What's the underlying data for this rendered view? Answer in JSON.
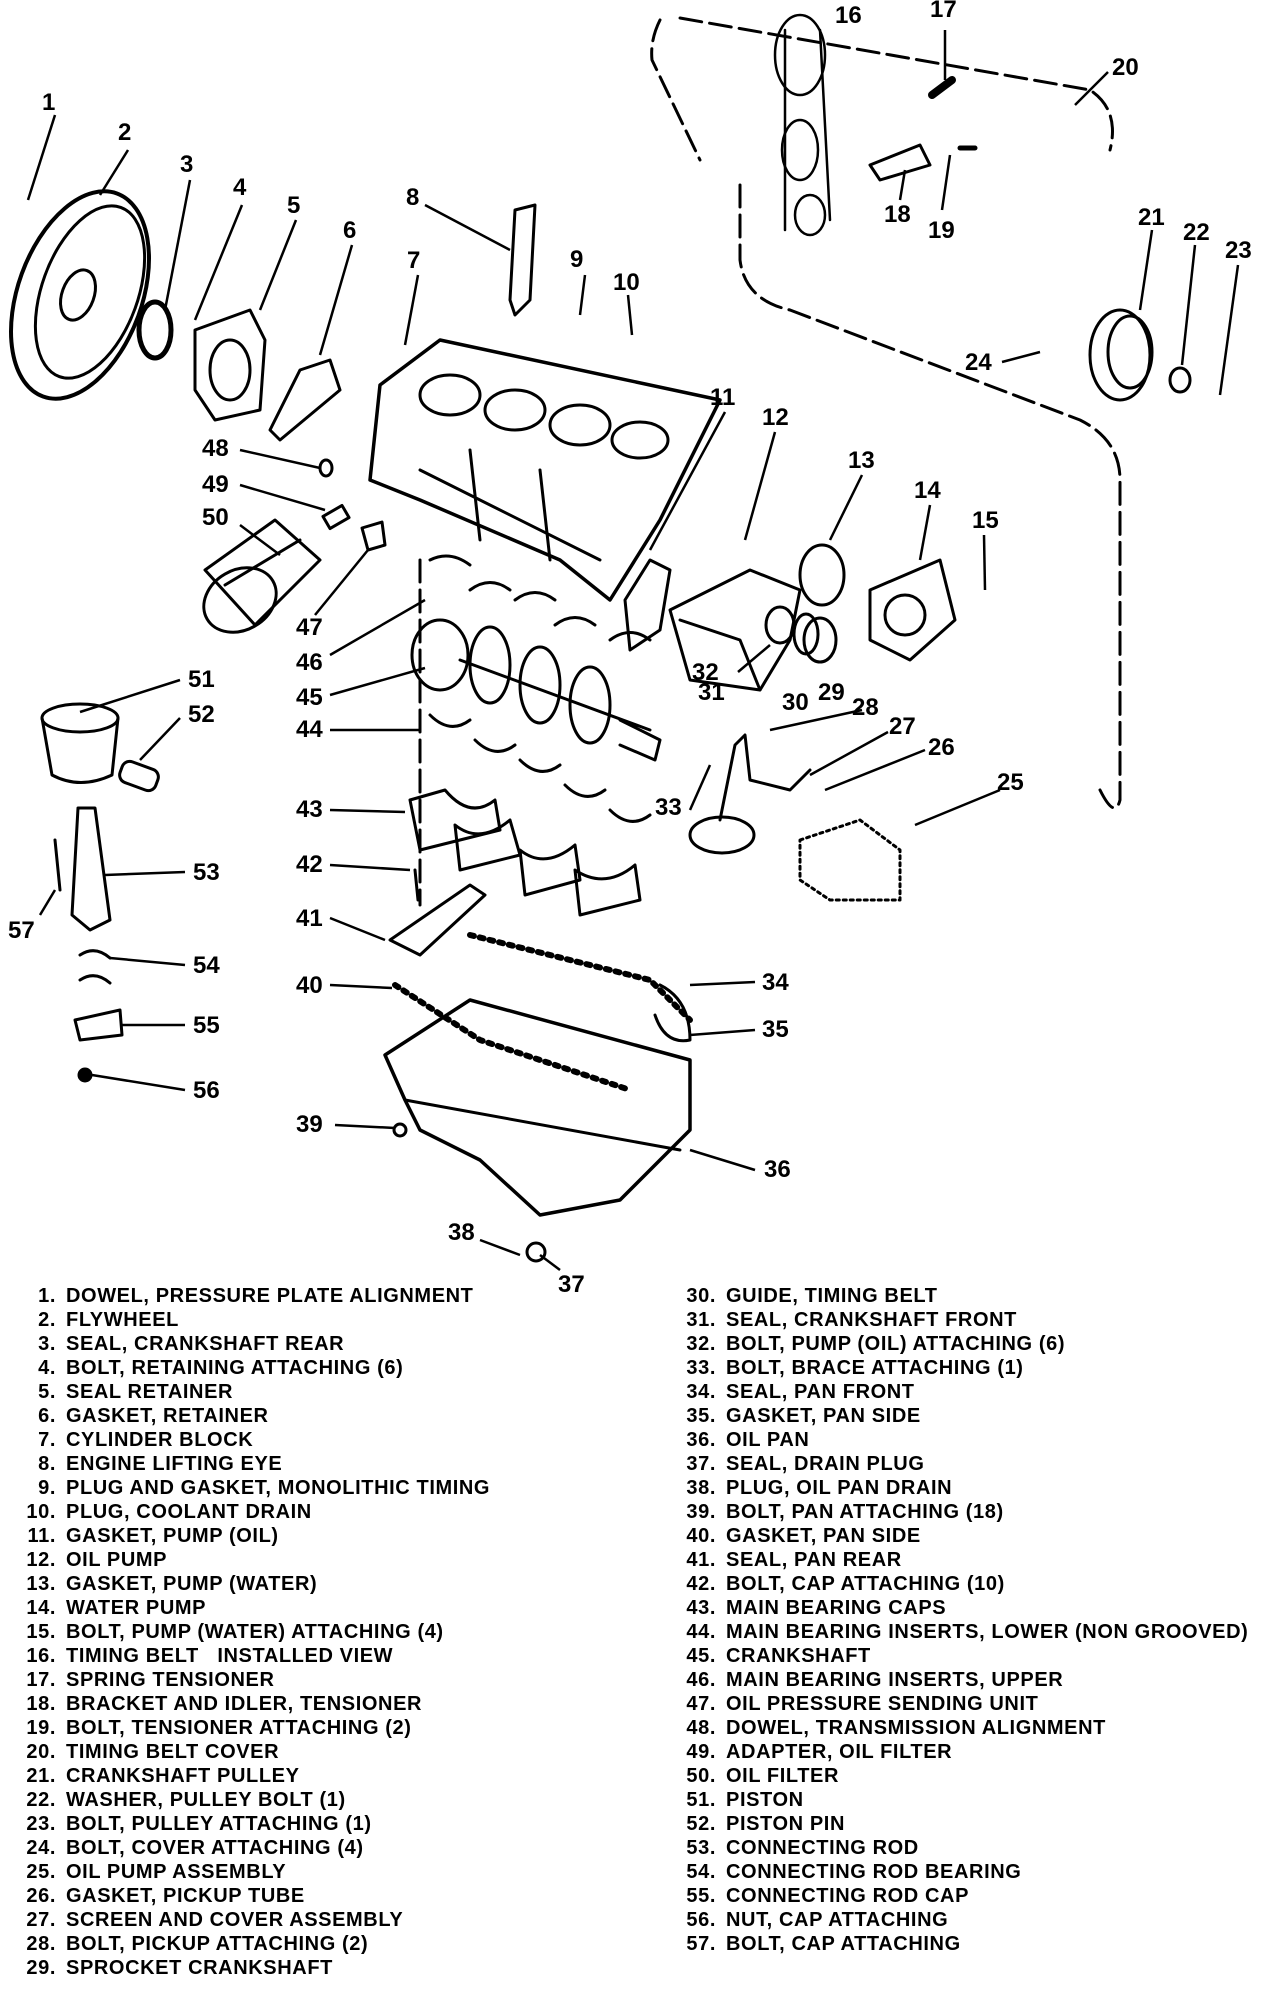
{
  "legend": [
    {
      "n": "1.",
      "t": "DOWEL, PRESSURE PLATE ALIGNMENT"
    },
    {
      "n": "2.",
      "t": "FLYWHEEL"
    },
    {
      "n": "3.",
      "t": "SEAL, CRANKSHAFT REAR"
    },
    {
      "n": "4.",
      "t": "BOLT, RETAINING ATTACHING (6)"
    },
    {
      "n": "5.",
      "t": "SEAL RETAINER"
    },
    {
      "n": "6.",
      "t": "GASKET, RETAINER"
    },
    {
      "n": "7.",
      "t": "CYLINDER BLOCK"
    },
    {
      "n": "8.",
      "t": "ENGINE LIFTING EYE"
    },
    {
      "n": "9.",
      "t": "PLUG AND GASKET, MONOLITHIC TIMING"
    },
    {
      "n": "10.",
      "t": "PLUG, COOLANT DRAIN"
    },
    {
      "n": "11.",
      "t": "GASKET, PUMP (OIL)"
    },
    {
      "n": "12.",
      "t": "OIL PUMP"
    },
    {
      "n": "13.",
      "t": "GASKET, PUMP (WATER)"
    },
    {
      "n": "14.",
      "t": "WATER PUMP"
    },
    {
      "n": "15.",
      "t": "BOLT, PUMP (WATER) ATTACHING (4)"
    },
    {
      "n": "16.",
      "t": "TIMING BELT   INSTALLED VIEW"
    },
    {
      "n": "17.",
      "t": "SPRING TENSIONER"
    },
    {
      "n": "18.",
      "t": "BRACKET AND IDLER, TENSIONER"
    },
    {
      "n": "19.",
      "t": "BOLT, TENSIONER ATTACHING (2)"
    },
    {
      "n": "20.",
      "t": "TIMING BELT COVER"
    },
    {
      "n": "21.",
      "t": "CRANKSHAFT PULLEY"
    },
    {
      "n": "22.",
      "t": "WASHER, PULLEY BOLT (1)"
    },
    {
      "n": "23.",
      "t": "BOLT, PULLEY ATTACHING (1)"
    },
    {
      "n": "24.",
      "t": "BOLT, COVER ATTACHING (4)"
    },
    {
      "n": "25.",
      "t": "OIL PUMP ASSEMBLY"
    },
    {
      "n": "26.",
      "t": "GASKET, PICKUP TUBE"
    },
    {
      "n": "27.",
      "t": "SCREEN AND COVER ASSEMBLY"
    },
    {
      "n": "28.",
      "t": "BOLT, PICKUP ATTACHING (2)"
    },
    {
      "n": "29.",
      "t": "SPROCKET CRANKSHAFT"
    },
    {
      "n": "30.",
      "t": "GUIDE, TIMING BELT"
    },
    {
      "n": "31.",
      "t": "SEAL, CRANKSHAFT FRONT"
    },
    {
      "n": "32.",
      "t": "BOLT, PUMP (OIL) ATTACHING (6)"
    },
    {
      "n": "33.",
      "t": "BOLT, BRACE ATTACHING (1)"
    },
    {
      "n": "34.",
      "t": "SEAL, PAN FRONT"
    },
    {
      "n": "35.",
      "t": "GASKET, PAN SIDE"
    },
    {
      "n": "36.",
      "t": "OIL PAN"
    },
    {
      "n": "37.",
      "t": "SEAL, DRAIN PLUG"
    },
    {
      "n": "38.",
      "t": "PLUG, OIL PAN DRAIN"
    },
    {
      "n": "39.",
      "t": "BOLT, PAN ATTACHING (18)"
    },
    {
      "n": "40.",
      "t": "GASKET, PAN SIDE"
    },
    {
      "n": "41.",
      "t": "SEAL, PAN REAR"
    },
    {
      "n": "42.",
      "t": "BOLT, CAP ATTACHING (10)"
    },
    {
      "n": "43.",
      "t": "MAIN BEARING CAPS"
    },
    {
      "n": "44.",
      "t": "MAIN BEARING INSERTS, LOWER (NON GROOVED)"
    },
    {
      "n": "45.",
      "t": "CRANKSHAFT"
    },
    {
      "n": "46.",
      "t": "MAIN BEARING INSERTS, UPPER"
    },
    {
      "n": "47.",
      "t": "OIL PRESSURE SENDING UNIT"
    },
    {
      "n": "48.",
      "t": "DOWEL, TRANSMISSION ALIGNMENT"
    },
    {
      "n": "49.",
      "t": "ADAPTER, OIL FILTER"
    },
    {
      "n": "50.",
      "t": "OIL FILTER"
    },
    {
      "n": "51.",
      "t": "PISTON"
    },
    {
      "n": "52.",
      "t": "PISTON PIN"
    },
    {
      "n": "53.",
      "t": "CONNECTING ROD"
    },
    {
      "n": "54.",
      "t": "CONNECTING ROD BEARING"
    },
    {
      "n": "55.",
      "t": "CONNECTING ROD CAP"
    },
    {
      "n": "56.",
      "t": "NUT, CAP ATTACHING"
    },
    {
      "n": "57.",
      "t": "BOLT, CAP ATTACHING"
    }
  ],
  "callouts": [
    "1",
    "2",
    "3",
    "4",
    "5",
    "6",
    "7",
    "8",
    "9",
    "10",
    "11",
    "12",
    "13",
    "14",
    "15",
    "16",
    "17",
    "18",
    "19",
    "20",
    "21",
    "22",
    "23",
    "24",
    "25",
    "26",
    "27",
    "28",
    "29",
    "30",
    "31",
    "32",
    "33",
    "34",
    "35",
    "36",
    "37",
    "38",
    "39",
    "40",
    "41",
    "42",
    "43",
    "44",
    "45",
    "46",
    "47",
    "48",
    "49",
    "50",
    "51",
    "52",
    "53",
    "54",
    "55",
    "56",
    "57"
  ]
}
